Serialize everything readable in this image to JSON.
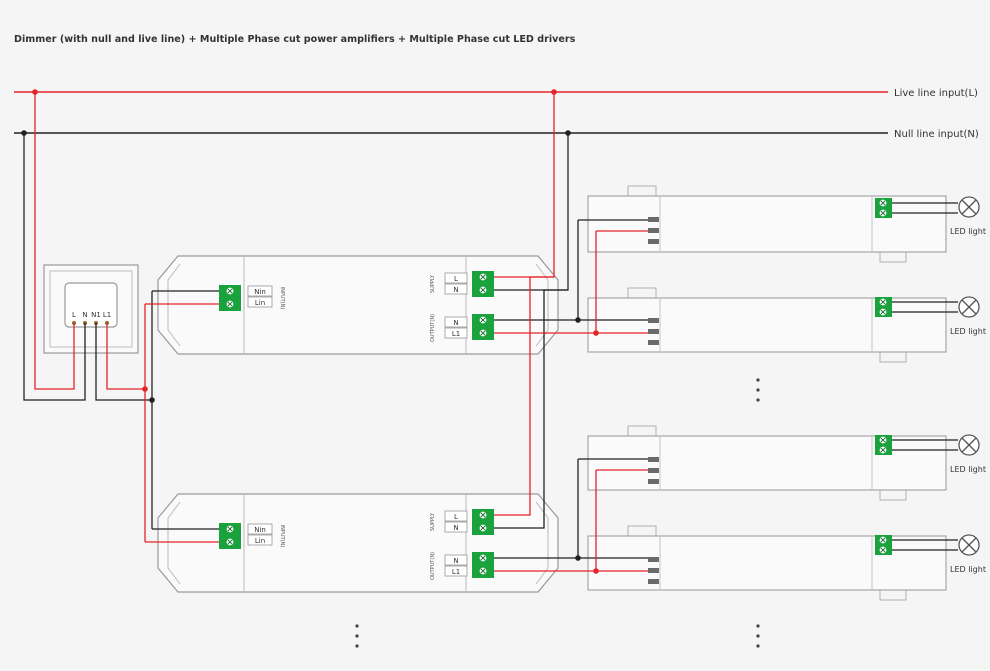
{
  "title": "Dimmer (with null and live line) + Multiple Phase cut power amplifiers + Multiple Phase cut LED drivers",
  "lines": {
    "live_label": "Live line input(L)",
    "null_label": "Null line input(N)"
  },
  "dimmer": {
    "terminals": [
      "L",
      "N",
      "N1",
      "L1"
    ]
  },
  "amplifier": {
    "input_terminals": [
      "Nin",
      "Lin"
    ],
    "input_label": "INPUT(N)",
    "supply_label": "SUPPLY",
    "supply_terminals": [
      "L",
      "N"
    ],
    "output_label": "OUTPUT(N)",
    "output_terminals": [
      "N",
      "L1"
    ]
  },
  "led_light_label": "LED light",
  "colors": {
    "live": "#e3242b",
    "null": "#222222",
    "terminal": "#1aa33c",
    "outline": "#9a9a9a"
  }
}
